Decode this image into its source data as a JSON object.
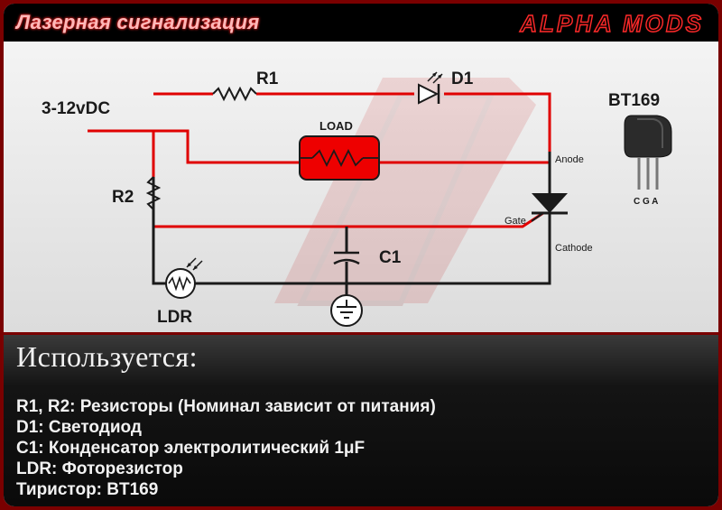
{
  "header": {
    "title": "Лазерная сигнализация",
    "brand": "ALPHA MODS"
  },
  "diagram": {
    "supply_label": "3-12vDC",
    "r1_label": "R1",
    "d1_label": "D1",
    "load_label": "LOAD",
    "r2_label": "R2",
    "c1_label": "C1",
    "ldr_label": "LDR",
    "anode_label": "Anode",
    "gate_label": "Gate",
    "cathode_label": "Cathode",
    "thyristor_label": "BT169",
    "pins_label": "C G A"
  },
  "info": {
    "heading": "Используется:",
    "items": [
      "R1, R2: Резисторы (Номинал зависит от питания)",
      "D1: Светодиод",
      "C1: Конденсатор электролитический 1μF",
      "LDR: Фоторезистор",
      "Тиристор: BT169"
    ]
  },
  "colors": {
    "accent": "#e00000",
    "frame": "#7a0000",
    "wire": "#1a1a1a"
  }
}
